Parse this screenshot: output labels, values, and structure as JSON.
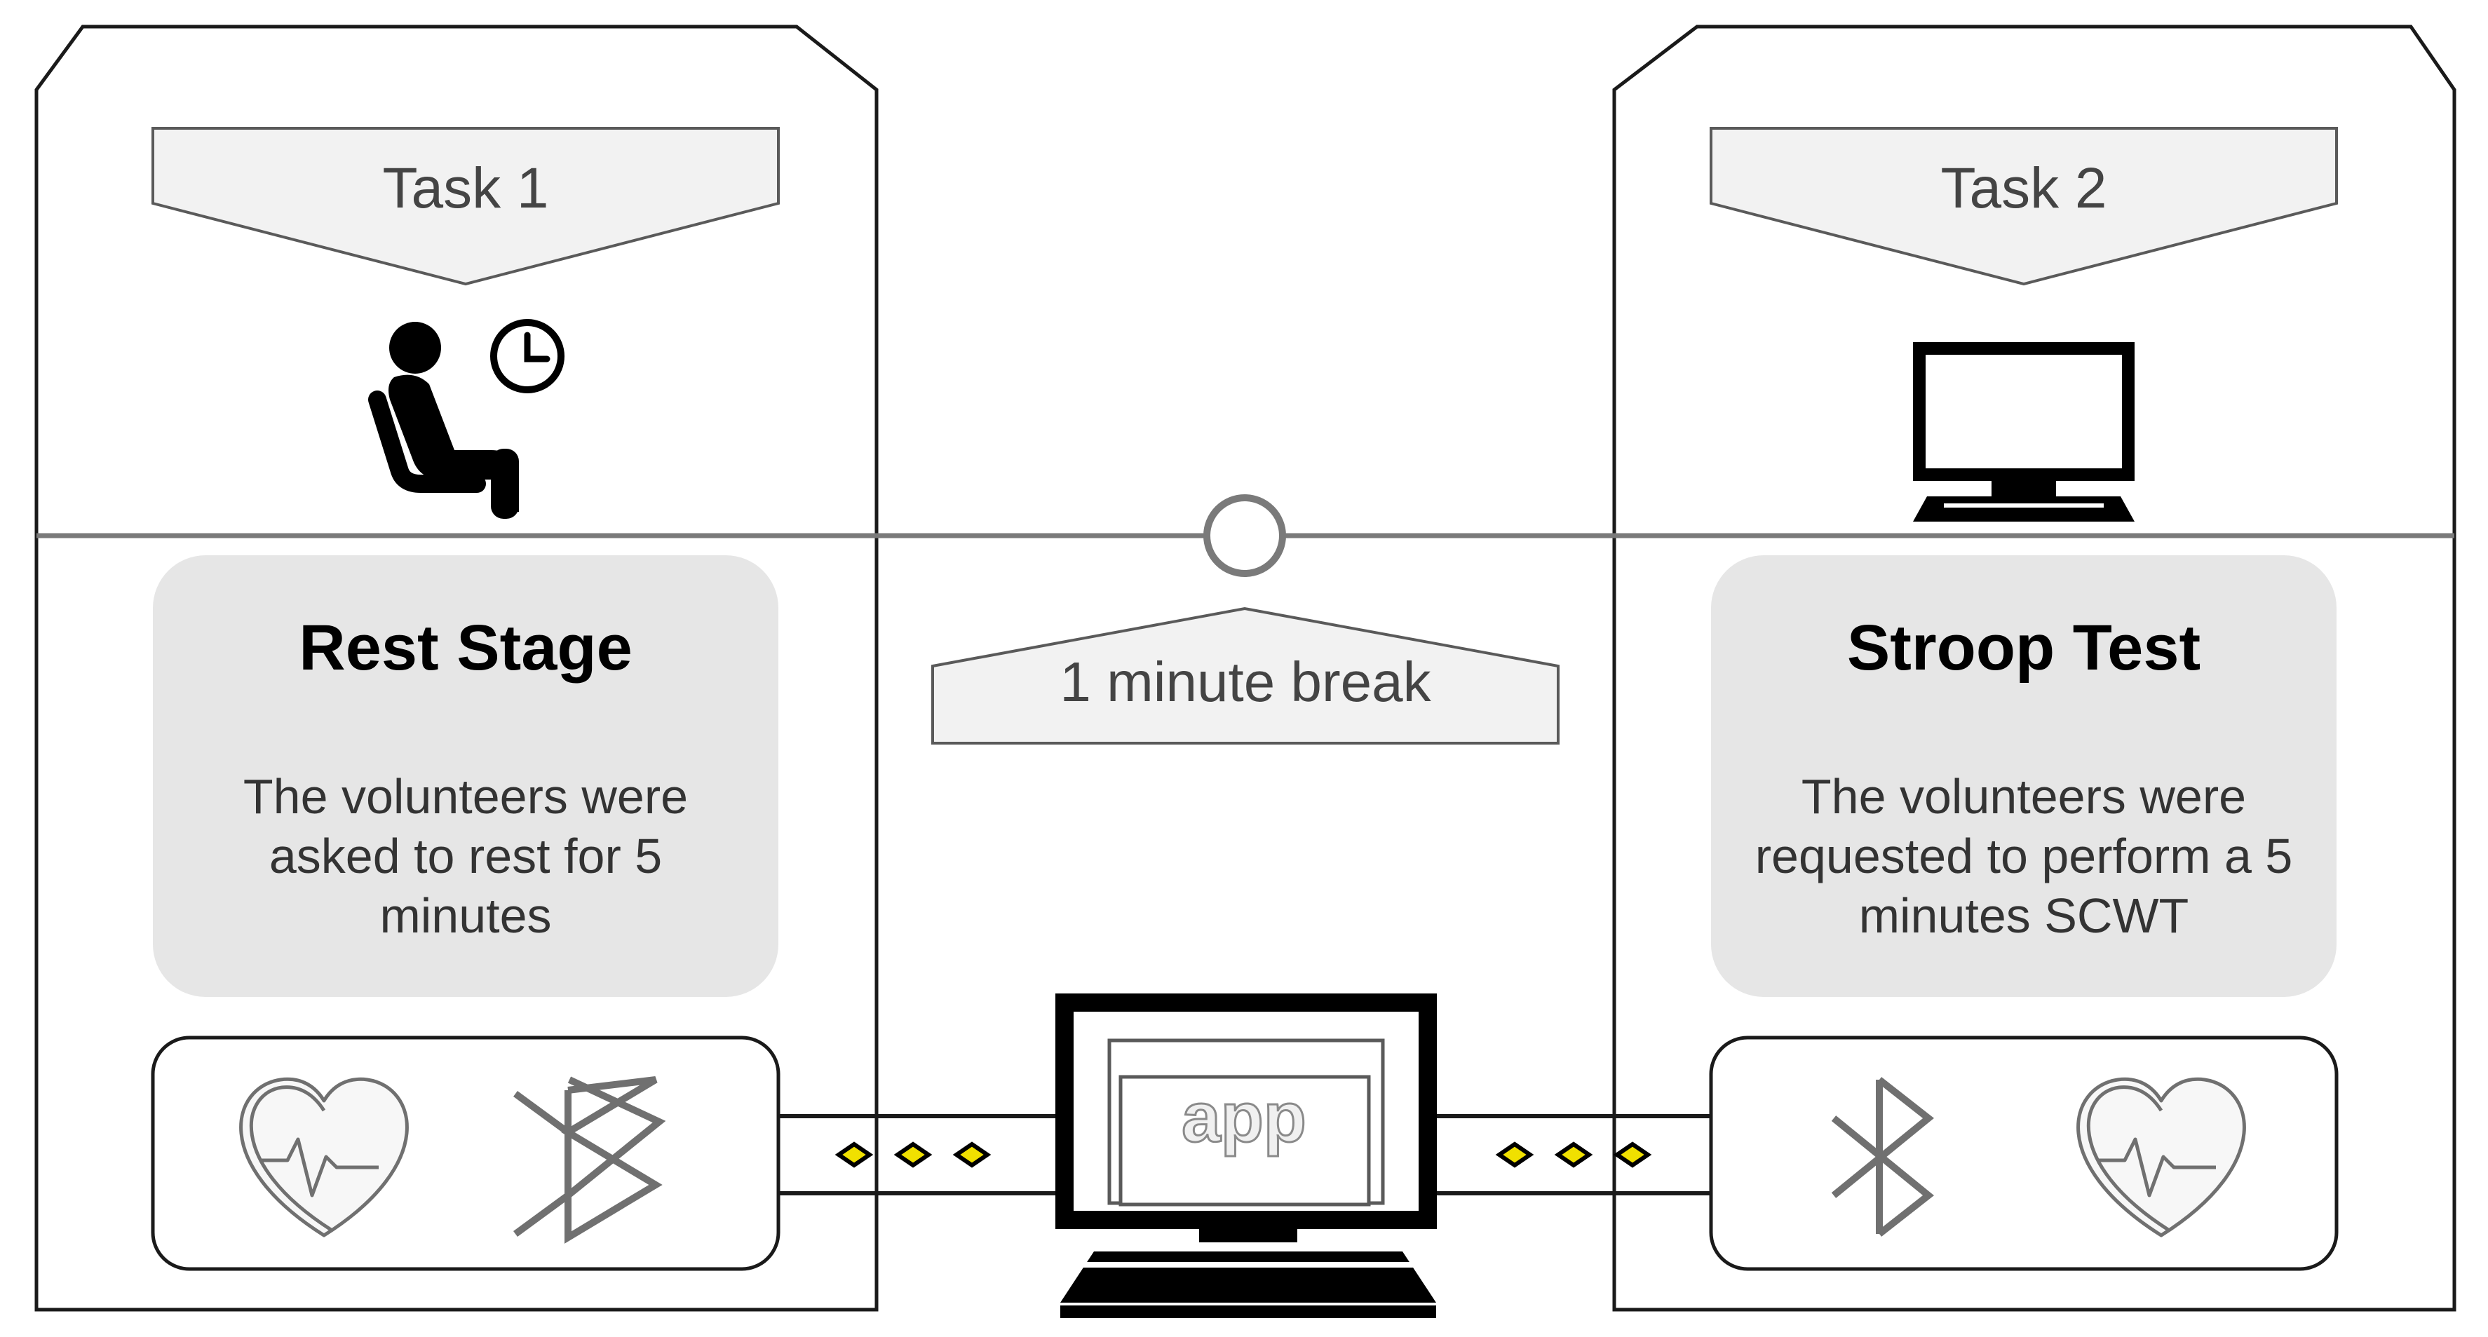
{
  "task1": {
    "label": "Task 1",
    "stage_title": "Rest Stage",
    "description_lines": [
      "The volunteers were",
      "asked to rest for 5",
      "minutes"
    ]
  },
  "task2": {
    "label": "Task 2",
    "stage_title": "Stroop Test",
    "description_lines": [
      "The volunteers were",
      "requested to perform a 5",
      "minutes SCWT"
    ]
  },
  "break": {
    "label": "1 minute break"
  },
  "app": {
    "label": "app"
  },
  "icons": {
    "task1": [
      "person-sitting-icon",
      "clock-icon"
    ],
    "task2": [
      "monitor-icon"
    ],
    "sensors": [
      "heart-rate-icon",
      "bluetooth-icon"
    ],
    "center": [
      "laptop-icon"
    ]
  },
  "colors": {
    "frame": "#1a1a1a",
    "timeline": "#7a7a7a",
    "banner_fill": "#f2f2f2",
    "card_fill": "#e6e6e6",
    "connector_dot": "#f0e000",
    "icon_line": "#707070"
  }
}
